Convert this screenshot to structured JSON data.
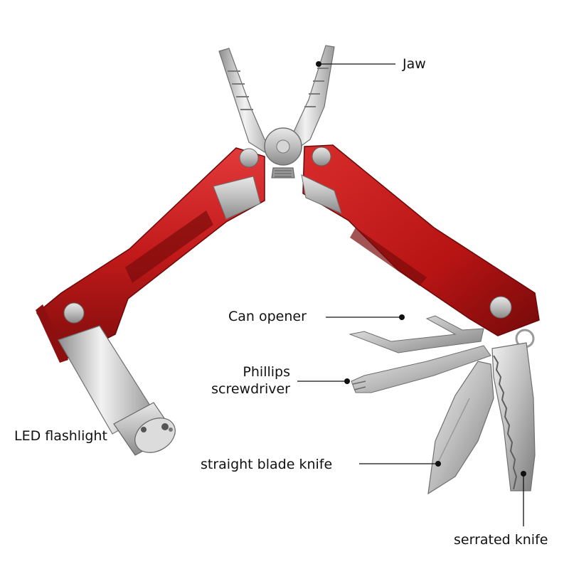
{
  "image": {
    "background": "#ffffff",
    "subject": "multi-tool",
    "colors": {
      "handle": "#c21a1a",
      "handle_dark": "#7e0c0c",
      "steel": "#c9c9c9",
      "steel_dark": "#8a8a8a",
      "leader_line": "#111111"
    }
  },
  "callouts": {
    "jaw": "Jaw",
    "can_opener": "Can opener",
    "phillips_line1": "Phillips",
    "phillips_line2": "screwdriver",
    "led_flashlight": "LED flashlight",
    "straight_blade": "straight blade knife",
    "serrated_knife": "serrated knife"
  }
}
